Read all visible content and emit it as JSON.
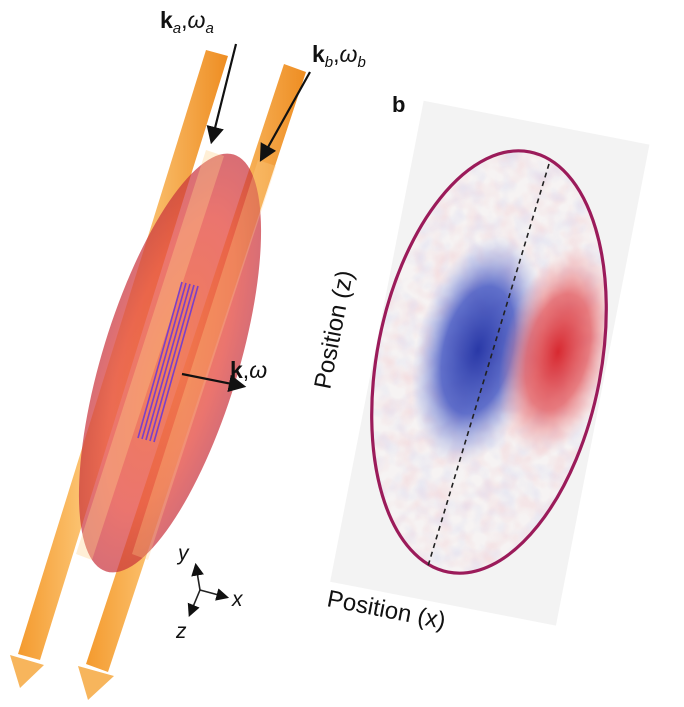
{
  "beam_a": {
    "k": "k",
    "sub": "a",
    "sep": ",",
    "w": "ω",
    "wsub": "a"
  },
  "beam_b": {
    "k": "k",
    "sub": "b",
    "sep": ",",
    "w": "ω",
    "wsub": "b"
  },
  "wave": {
    "k": "k",
    "sep": ",",
    "w": "ω"
  },
  "panel_b": {
    "letter": "b"
  },
  "axes": {
    "y": "y",
    "x": "x",
    "z": "z"
  },
  "plot": {
    "ylabel": "Position (z)",
    "xlabel": "Position (x)"
  },
  "colors": {
    "beam": "#f6b24e",
    "cloud": "#e4473e",
    "fringes": "#7b3fc8",
    "ellipse": "#9b1b5a",
    "positive": "#d8292e",
    "negative": "#2f3fb0"
  }
}
